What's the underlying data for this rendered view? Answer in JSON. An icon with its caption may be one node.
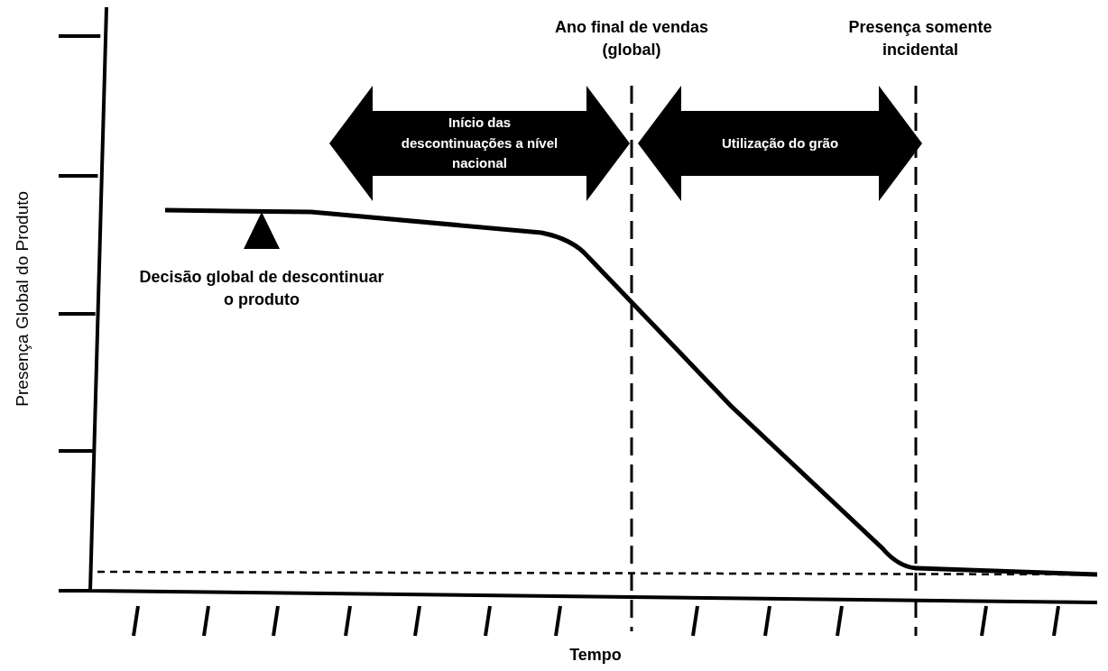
{
  "diagram": {
    "nodes": [
      {
        "text": [
          "Início das descontinuações a nível nacional"
        ]
      },
      {
        "text": [
          "Utilização do grão"
        ]
      }
    ],
    "labels": [
      "Ano final de vendas (global)",
      "Presença somente incidental",
      "Decisão global de descontinuar o produto",
      "Presença Global do Produto",
      "Tempo"
    ]
  }
}
